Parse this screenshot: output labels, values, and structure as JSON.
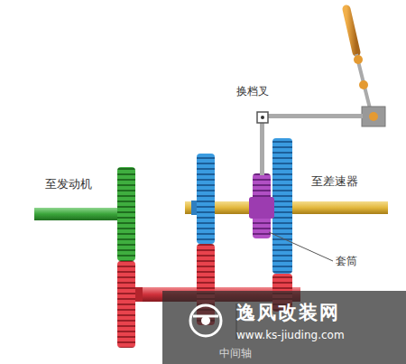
{
  "diagram": {
    "labels": [
      "换档叉",
      "至发动机",
      "至差速器",
      "套筒",
      "中间轴",
      "逸风改装网",
      "www.ks-jiuding.com"
    ]
  }
}
